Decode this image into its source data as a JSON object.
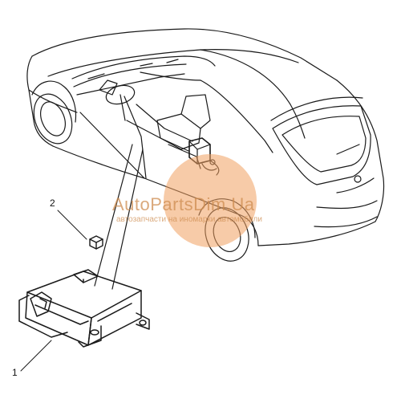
{
  "callouts": {
    "one": "1",
    "two": "2"
  },
  "watermark": {
    "logo_text": "AutoPartsDim.Ua",
    "tagline": "автозапчасти на иномарки автомобили",
    "color": "#f0a060"
  },
  "colors": {
    "line": "#1a1a1a",
    "background": "#ffffff"
  }
}
